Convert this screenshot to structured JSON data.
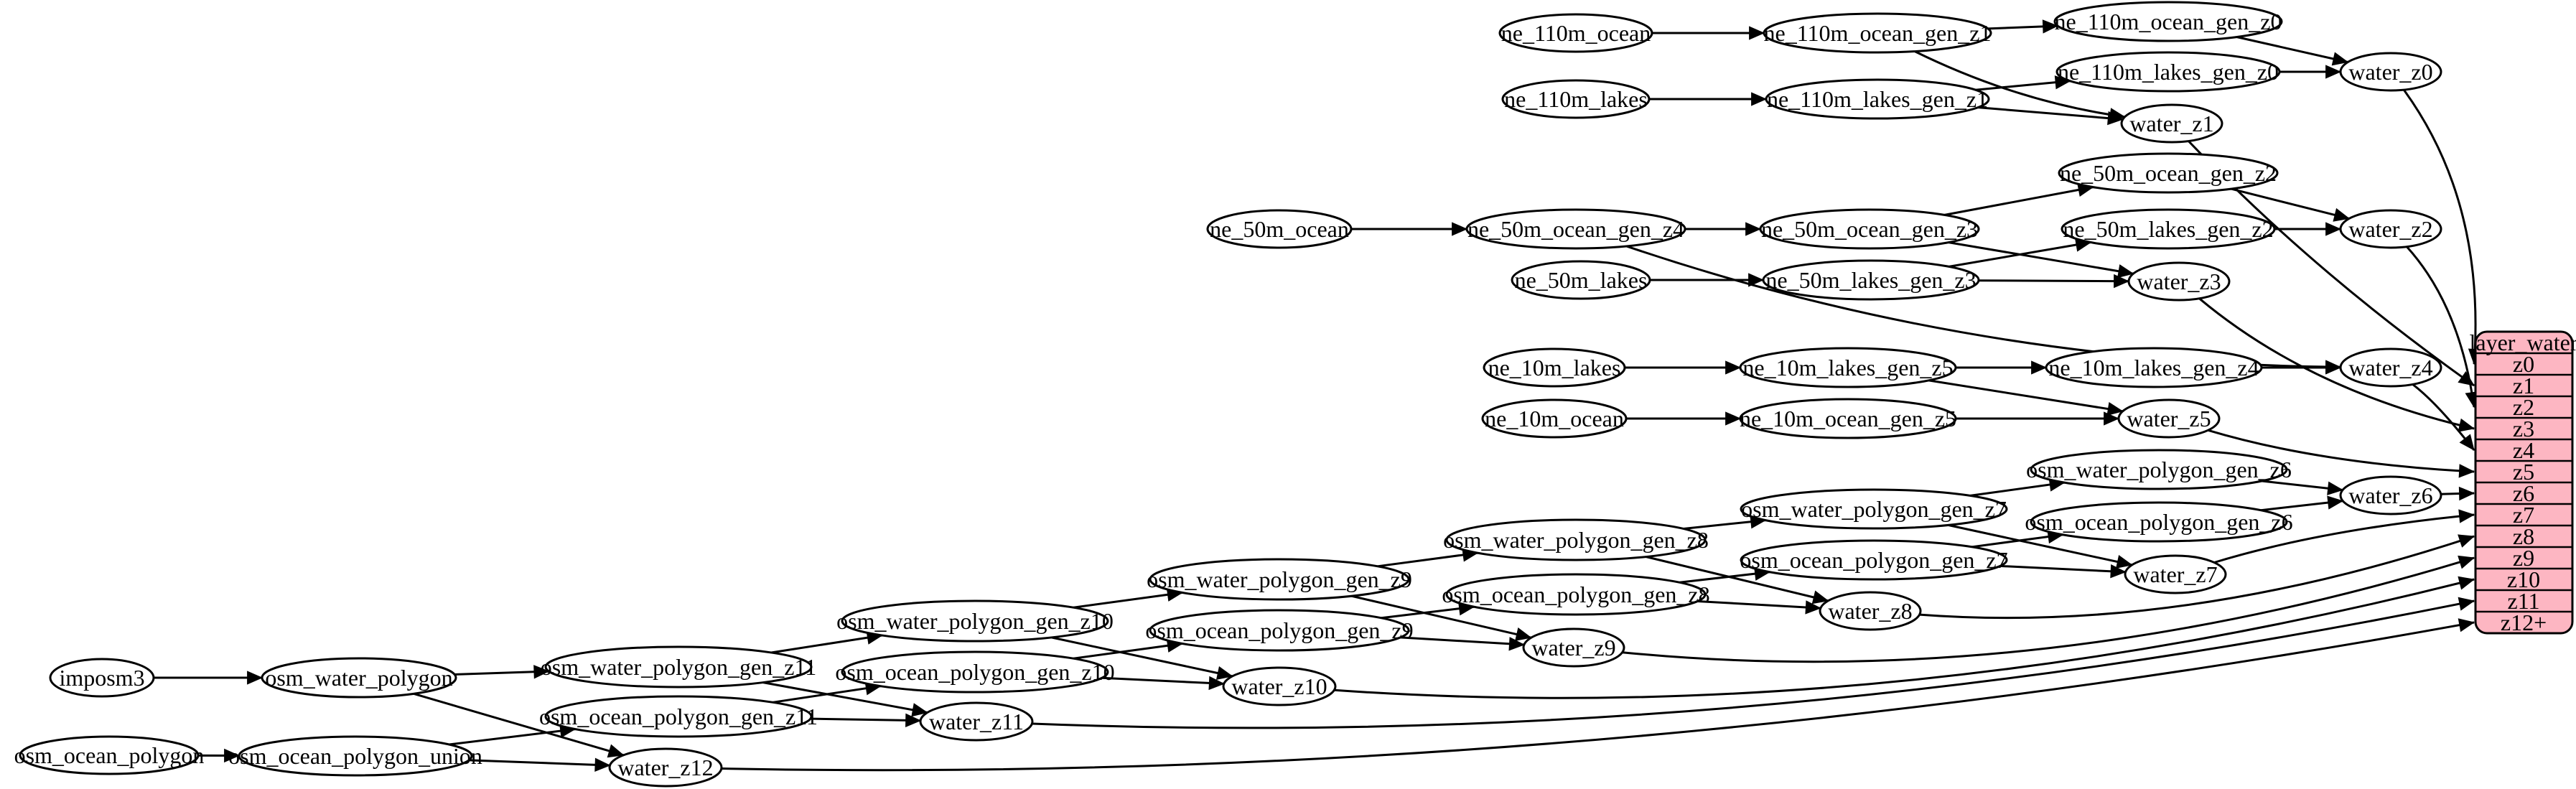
{
  "graph": {
    "colors": {
      "background": "#ffffff",
      "node_fill": "#ffffff",
      "node_stroke": "#000000",
      "edge": "#000000"
    },
    "nodes": [
      {
        "id": "imposm3",
        "label": "imposm3"
      },
      {
        "id": "osm_water_polygon",
        "label": "osm_water_polygon"
      },
      {
        "id": "osm_ocean_polygon",
        "label": "osm_ocean_polygon"
      },
      {
        "id": "osm_ocean_polygon_union",
        "label": "osm_ocean_polygon_union"
      },
      {
        "id": "osm_water_polygon_gen_z11",
        "label": "osm_water_polygon_gen_z11"
      },
      {
        "id": "osm_ocean_polygon_gen_z11",
        "label": "osm_ocean_polygon_gen_z11"
      },
      {
        "id": "water_z12",
        "label": "water_z12"
      },
      {
        "id": "osm_water_polygon_gen_z10",
        "label": "osm_water_polygon_gen_z10"
      },
      {
        "id": "osm_ocean_polygon_gen_z10",
        "label": "osm_ocean_polygon_gen_z10"
      },
      {
        "id": "water_z11",
        "label": "water_z11"
      },
      {
        "id": "osm_water_polygon_gen_z9",
        "label": "osm_water_polygon_gen_z9"
      },
      {
        "id": "osm_ocean_polygon_gen_z9",
        "label": "osm_ocean_polygon_gen_z9"
      },
      {
        "id": "water_z10",
        "label": "water_z10"
      },
      {
        "id": "osm_water_polygon_gen_z8",
        "label": "osm_water_polygon_gen_z8"
      },
      {
        "id": "osm_ocean_polygon_gen_z8",
        "label": "osm_ocean_polygon_gen_z8"
      },
      {
        "id": "water_z9",
        "label": "water_z9"
      },
      {
        "id": "osm_water_polygon_gen_z7",
        "label": "osm_water_polygon_gen_z7"
      },
      {
        "id": "osm_ocean_polygon_gen_z7",
        "label": "osm_ocean_polygon_gen_z7"
      },
      {
        "id": "water_z8",
        "label": "water_z8"
      },
      {
        "id": "osm_water_polygon_gen_z6",
        "label": "osm_water_polygon_gen_z6"
      },
      {
        "id": "osm_ocean_polygon_gen_z6",
        "label": "osm_ocean_polygon_gen_z6"
      },
      {
        "id": "water_z7",
        "label": "water_z7"
      },
      {
        "id": "water_z6",
        "label": "water_z6"
      },
      {
        "id": "ne_10m_lakes",
        "label": "ne_10m_lakes"
      },
      {
        "id": "ne_10m_lakes_gen_z5",
        "label": "ne_10m_lakes_gen_z5"
      },
      {
        "id": "ne_10m_lakes_gen_z4",
        "label": "ne_10m_lakes_gen_z4"
      },
      {
        "id": "water_z4",
        "label": "water_z4"
      },
      {
        "id": "ne_10m_ocean",
        "label": "ne_10m_ocean"
      },
      {
        "id": "ne_10m_ocean_gen_z5",
        "label": "ne_10m_ocean_gen_z5"
      },
      {
        "id": "water_z5",
        "label": "water_z5"
      },
      {
        "id": "ne_50m_ocean",
        "label": "ne_50m_ocean"
      },
      {
        "id": "ne_50m_ocean_gen_z4",
        "label": "ne_50m_ocean_gen_z4"
      },
      {
        "id": "ne_50m_ocean_gen_z3",
        "label": "ne_50m_ocean_gen_z3"
      },
      {
        "id": "ne_50m_ocean_gen_z2",
        "label": "ne_50m_ocean_gen_z2"
      },
      {
        "id": "ne_50m_lakes",
        "label": "ne_50m_lakes"
      },
      {
        "id": "ne_50m_lakes_gen_z3",
        "label": "ne_50m_lakes_gen_z3"
      },
      {
        "id": "ne_50m_lakes_gen_z2",
        "label": "ne_50m_lakes_gen_z2"
      },
      {
        "id": "water_z3",
        "label": "water_z3"
      },
      {
        "id": "water_z2",
        "label": "water_z2"
      },
      {
        "id": "ne_110m_ocean",
        "label": "ne_110m_ocean"
      },
      {
        "id": "ne_110m_ocean_gen_z1",
        "label": "ne_110m_ocean_gen_z1"
      },
      {
        "id": "ne_110m_ocean_gen_z0",
        "label": "ne_110m_ocean_gen_z0"
      },
      {
        "id": "ne_110m_lakes",
        "label": "ne_110m_lakes"
      },
      {
        "id": "ne_110m_lakes_gen_z1",
        "label": "ne_110m_lakes_gen_z1"
      },
      {
        "id": "ne_110m_lakes_gen_z0",
        "label": "ne_110m_lakes_gen_z0"
      },
      {
        "id": "water_z1",
        "label": "water_z1"
      },
      {
        "id": "water_z0",
        "label": "water_z0"
      }
    ],
    "edges": [
      [
        "ne_110m_ocean",
        "ne_110m_ocean_gen_z1",
        0
      ],
      [
        "ne_110m_ocean_gen_z1",
        "ne_110m_ocean_gen_z0",
        0
      ],
      [
        "ne_110m_ocean_gen_z1",
        "water_z1",
        -0.08
      ],
      [
        "ne_110m_ocean_gen_z0",
        "water_z0",
        0
      ],
      [
        "ne_110m_lakes",
        "ne_110m_lakes_gen_z1",
        0
      ],
      [
        "ne_110m_lakes_gen_z1",
        "ne_110m_lakes_gen_z0",
        0
      ],
      [
        "ne_110m_lakes_gen_z1",
        "water_z1",
        0
      ],
      [
        "ne_110m_lakes_gen_z0",
        "water_z0",
        0
      ],
      [
        "ne_50m_ocean",
        "ne_50m_ocean_gen_z4",
        0
      ],
      [
        "ne_50m_ocean_gen_z4",
        "ne_50m_ocean_gen_z3",
        0
      ],
      [
        "ne_50m_ocean_gen_z4",
        "water_z4",
        -0.08
      ],
      [
        "ne_50m_ocean_gen_z3",
        "ne_50m_ocean_gen_z2",
        0
      ],
      [
        "ne_50m_ocean_gen_z3",
        "water_z3",
        0
      ],
      [
        "ne_50m_ocean_gen_z2",
        "water_z2",
        0
      ],
      [
        "ne_50m_lakes",
        "ne_50m_lakes_gen_z3",
        0
      ],
      [
        "ne_50m_lakes_gen_z3",
        "ne_50m_lakes_gen_z2",
        0
      ],
      [
        "ne_50m_lakes_gen_z3",
        "water_z3",
        0
      ],
      [
        "ne_50m_lakes_gen_z2",
        "water_z2",
        0
      ],
      [
        "ne_10m_lakes",
        "ne_10m_lakes_gen_z5",
        0
      ],
      [
        "ne_10m_lakes_gen_z5",
        "ne_10m_lakes_gen_z4",
        0
      ],
      [
        "ne_10m_lakes_gen_z5",
        "water_z5",
        0
      ],
      [
        "ne_10m_lakes_gen_z4",
        "water_z4",
        0
      ],
      [
        "ne_10m_ocean",
        "ne_10m_ocean_gen_z5",
        0
      ],
      [
        "ne_10m_ocean_gen_z5",
        "water_z5",
        0
      ],
      [
        "imposm3",
        "osm_water_polygon",
        0
      ],
      [
        "osm_water_polygon",
        "osm_water_polygon_gen_z11",
        0
      ],
      [
        "osm_water_polygon",
        "water_z12",
        0
      ],
      [
        "osm_ocean_polygon",
        "osm_ocean_polygon_union",
        0
      ],
      [
        "osm_ocean_polygon_union",
        "osm_ocean_polygon_gen_z11",
        0
      ],
      [
        "osm_ocean_polygon_union",
        "water_z12",
        0
      ],
      [
        "osm_water_polygon_gen_z11",
        "osm_water_polygon_gen_z10",
        0
      ],
      [
        "osm_water_polygon_gen_z11",
        "water_z11",
        0
      ],
      [
        "osm_ocean_polygon_gen_z11",
        "osm_ocean_polygon_gen_z10",
        0
      ],
      [
        "osm_ocean_polygon_gen_z11",
        "water_z11",
        0
      ],
      [
        "osm_water_polygon_gen_z10",
        "osm_water_polygon_gen_z9",
        0
      ],
      [
        "osm_water_polygon_gen_z10",
        "water_z10",
        0
      ],
      [
        "osm_ocean_polygon_gen_z10",
        "osm_ocean_polygon_gen_z9",
        0
      ],
      [
        "osm_ocean_polygon_gen_z10",
        "water_z10",
        0
      ],
      [
        "osm_water_polygon_gen_z9",
        "osm_water_polygon_gen_z8",
        0
      ],
      [
        "osm_water_polygon_gen_z9",
        "water_z9",
        0
      ],
      [
        "osm_ocean_polygon_gen_z9",
        "osm_ocean_polygon_gen_z8",
        0
      ],
      [
        "osm_ocean_polygon_gen_z9",
        "water_z9",
        0
      ],
      [
        "osm_water_polygon_gen_z8",
        "osm_water_polygon_gen_z7",
        0
      ],
      [
        "osm_water_polygon_gen_z8",
        "water_z8",
        0
      ],
      [
        "osm_ocean_polygon_gen_z8",
        "osm_ocean_polygon_gen_z7",
        0
      ],
      [
        "osm_ocean_polygon_gen_z8",
        "water_z8",
        0
      ],
      [
        "osm_water_polygon_gen_z7",
        "osm_water_polygon_gen_z6",
        0
      ],
      [
        "osm_water_polygon_gen_z7",
        "water_z7",
        0
      ],
      [
        "osm_ocean_polygon_gen_z7",
        "osm_ocean_polygon_gen_z6",
        0
      ],
      [
        "osm_ocean_polygon_gen_z7",
        "water_z7",
        0
      ],
      [
        "osm_water_polygon_gen_z6",
        "water_z6",
        0
      ],
      [
        "osm_ocean_polygon_gen_z6",
        "water_z6",
        0
      ],
      [
        "water_z0",
        "layer_water:z0",
        0.18
      ],
      [
        "water_z1",
        "layer_water:z1",
        -0.05
      ],
      [
        "water_z2",
        "layer_water:z2",
        0.15
      ],
      [
        "water_z3",
        "layer_water:z3",
        -0.12
      ],
      [
        "water_z4",
        "layer_water:z4",
        0.06
      ],
      [
        "water_z5",
        "layer_water:z5",
        -0.06
      ],
      [
        "water_z6",
        "layer_water:z6",
        0
      ],
      [
        "water_z7",
        "layer_water:z7",
        0.05
      ],
      [
        "water_z8",
        "layer_water:z8",
        -0.1
      ],
      [
        "water_z9",
        "layer_water:z9",
        -0.1
      ],
      [
        "water_z10",
        "layer_water:z10",
        -0.08
      ],
      [
        "water_z11",
        "layer_water:z11",
        -0.06
      ],
      [
        "water_z12",
        "layer_water:z12+",
        -0.05
      ]
    ],
    "table": {
      "id": "layer_water",
      "title": "layer_water",
      "rows": [
        "z0",
        "z1",
        "z2",
        "z3",
        "z4",
        "z5",
        "z6",
        "z7",
        "z8",
        "z9",
        "z10",
        "z11",
        "z12+"
      ],
      "fill": "#fdb6c2",
      "stroke": "#000000"
    }
  }
}
